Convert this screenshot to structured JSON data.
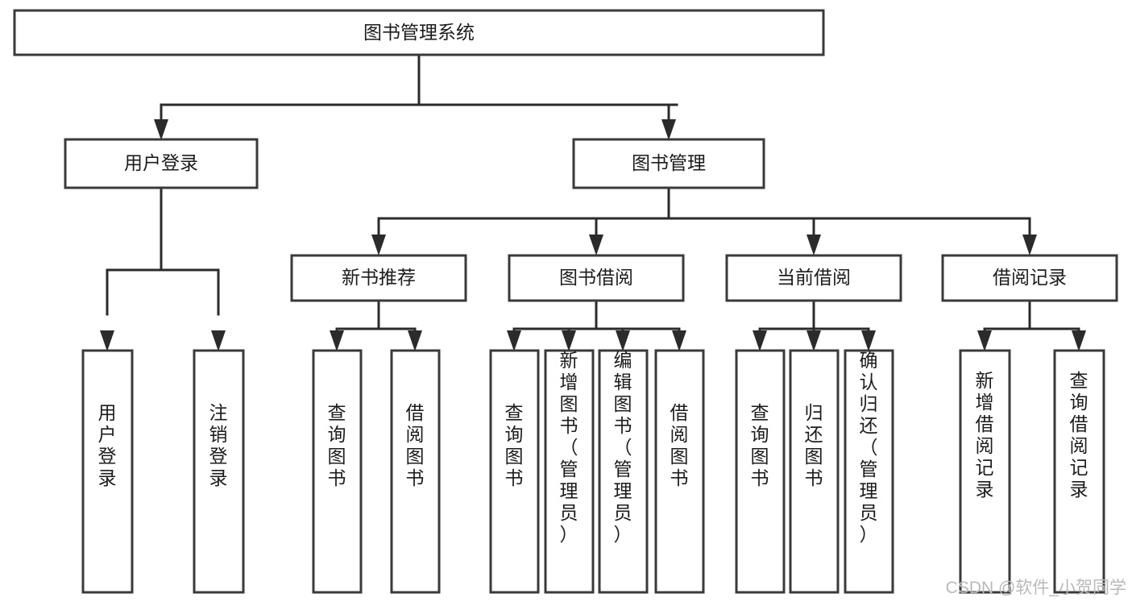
{
  "diagram": {
    "title": "图书管理系统",
    "type": "hierarchy-tree",
    "orientation": "top-down",
    "style": {
      "box_fill": "#ffffff",
      "box_stroke": "#3a3a3a",
      "connector_color": "#2b2b2b",
      "text_color": "#1c1c1c",
      "background": "#ffffff",
      "watermark_color": "#b9b9b9"
    },
    "root": {
      "label": "图书管理系统",
      "orientation": "horizontal"
    },
    "level2": [
      {
        "label": "用户登录",
        "orientation": "horizontal"
      },
      {
        "label": "图书管理",
        "orientation": "horizontal"
      }
    ],
    "level3": [
      {
        "label": "新书推荐",
        "orientation": "horizontal"
      },
      {
        "label": "图书借阅",
        "orientation": "horizontal"
      },
      {
        "label": "当前借阅",
        "orientation": "horizontal"
      },
      {
        "label": "借阅记录",
        "orientation": "horizontal"
      }
    ],
    "leaves": {
      "user_login": [
        {
          "label": "用户登录",
          "orientation": "vertical"
        },
        {
          "label": "注销登录",
          "orientation": "vertical"
        }
      ],
      "new_book_recommend": [
        {
          "label": "查询图书",
          "orientation": "vertical"
        },
        {
          "label": "借阅图书",
          "orientation": "vertical"
        }
      ],
      "book_borrow": [
        {
          "label": "查询图书",
          "orientation": "vertical"
        },
        {
          "label": "新增图书（管理员）",
          "orientation": "vertical"
        },
        {
          "label": "编辑图书（管理员）",
          "orientation": "vertical"
        },
        {
          "label": "借阅图书",
          "orientation": "vertical"
        }
      ],
      "current_borrow": [
        {
          "label": "查询图书",
          "orientation": "vertical"
        },
        {
          "label": "归还图书",
          "orientation": "vertical"
        },
        {
          "label": "确认归还（管理员）",
          "orientation": "vertical"
        }
      ],
      "borrow_record": [
        {
          "label": "新增借阅记录",
          "orientation": "vertical"
        },
        {
          "label": "查询借阅记录",
          "orientation": "vertical"
        }
      ]
    },
    "watermark": "CSDN @软件_小贺同学"
  }
}
